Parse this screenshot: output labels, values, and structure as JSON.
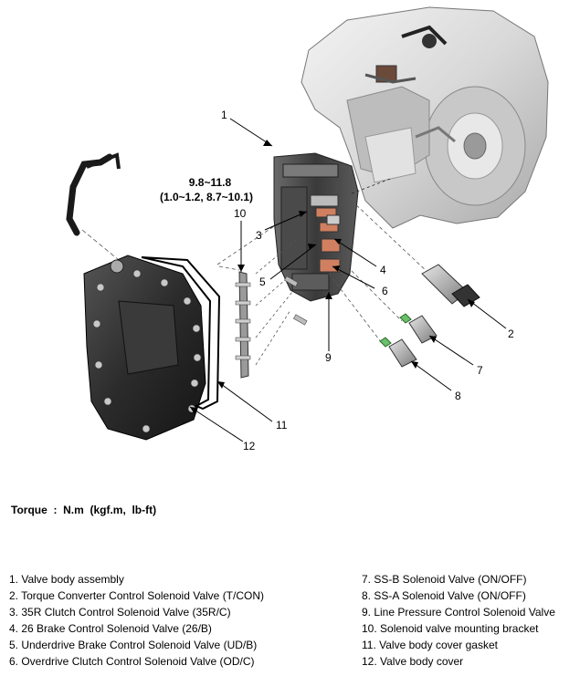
{
  "diagram": {
    "torque_spec": {
      "line1": "9.8~11.8",
      "line2": "(1.0~1.2,  8.7~10.1)"
    },
    "callouts": [
      "1",
      "2",
      "3",
      "4",
      "5",
      "6",
      "7",
      "8",
      "9",
      "10",
      "11",
      "12"
    ]
  },
  "torque_note": "Torque  :  N.m  (kgf.m,  lb-ft)",
  "legend": {
    "left": [
      "1. Valve body assembly",
      "2. Torque Converter Control Solenoid Valve (T/CON)",
      "3. 35R Clutch Control Solenoid Valve (35R/C)",
      "4. 26 Brake Control Solenoid Valve (26/B)",
      "5. Underdrive Brake Control Solenoid Valve (UD/B)",
      "6. Overdrive Clutch Control Solenoid Valve (OD/C)"
    ],
    "right": [
      "7. SS-B Solenoid Valve (ON/OFF)",
      "8. SS-A Solenoid Valve (ON/OFF)",
      "9. Line Pressure Control Solenoid Valve",
      "10. Solenoid valve mounting bracket",
      "11. Valve body cover gasket",
      "12. Valve body cover"
    ]
  }
}
